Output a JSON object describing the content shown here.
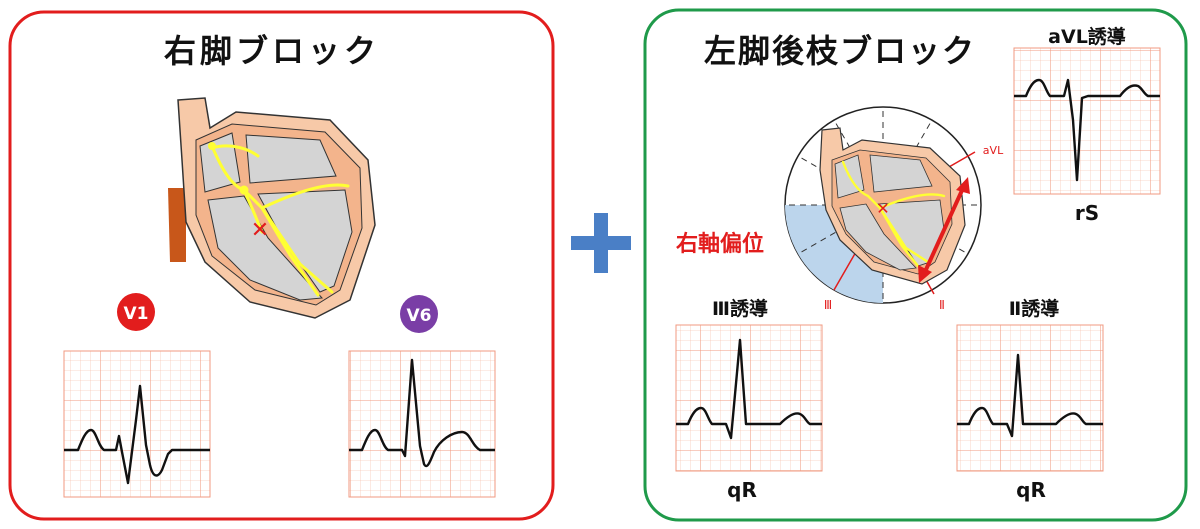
{
  "colors": {
    "rbbb_border": "#e21d1d",
    "lpfb_border": "#1f9a4a",
    "plus": "#4a7fc6",
    "red_text": "#e21d1d",
    "v1_badge": "#e21d1d",
    "v6_badge": "#7a3ea6",
    "ecg_grid": "#f4b59e",
    "ecg_line": "#111111",
    "heart_outer": "#f7c9a8",
    "heart_wall": "#f3b48c",
    "heart_cavity": "#d4d4d4",
    "conduction": "#ffff33",
    "aorta": "#c8571a",
    "axis_shade": "#bcd5ec"
  },
  "left_panel": {
    "title": "右脚ブロック",
    "block_mark": "✕",
    "lead_v1": "V1",
    "lead_v6": "V6"
  },
  "plus_icon": "plus-icon",
  "right_panel": {
    "title": "左脚後枝ブロック",
    "axis_label": "右軸偏位",
    "wheel_label_avl": "aVL",
    "wheel_label_iii": "Ⅲ",
    "wheel_label_ii": "Ⅱ",
    "lead_avl": "aVL誘導",
    "avl_pattern": "rS",
    "lead_iii": "Ⅲ誘導",
    "iii_pattern": "qR",
    "lead_ii": "Ⅱ誘導",
    "ii_pattern": "qR"
  }
}
